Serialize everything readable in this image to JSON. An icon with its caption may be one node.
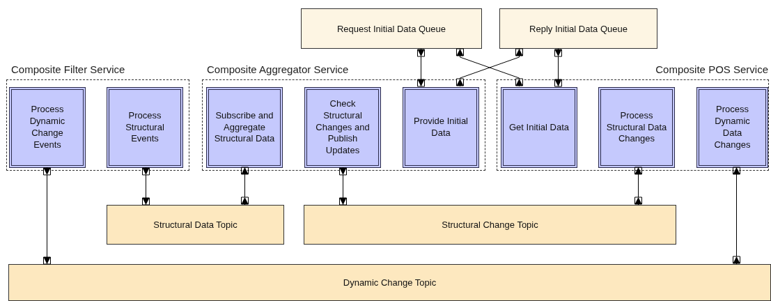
{
  "diagram": {
    "nodes": [
      {
        "text": [
          "Request Initial Data Queue"
        ]
      },
      {
        "text": [
          "Reply Initial Data Queue"
        ]
      },
      {
        "text": [
          "Composite Filter Service"
        ]
      },
      {
        "text": [
          "Process Dynamic Change Events"
        ],
        "in": 2
      },
      {
        "text": [
          "Process Structural Events"
        ],
        "in": 2
      },
      {
        "text": [
          "Composite Aggregator Service"
        ]
      },
      {
        "text": [
          "Subscribe and Aggregate Structural Data"
        ],
        "in": 5
      },
      {
        "text": [
          "Check Structural Changes and Publish Updates"
        ],
        "in": 5
      },
      {
        "text": [
          "Provide Initial Data"
        ],
        "in": 5
      },
      {
        "text": [
          "Composite POS Service"
        ]
      },
      {
        "text": [
          "Get Initial Data"
        ],
        "in": 9
      },
      {
        "text": [
          "Process Structural Data Changes"
        ],
        "in": 9
      },
      {
        "text": [
          "Process Dynamic Data Changes"
        ],
        "in": 9
      },
      {
        "text": [
          "Structural Data Topic"
        ]
      },
      {
        "text": [
          "Structural Change Topic"
        ]
      },
      {
        "text": [
          "Dynamic Change Topic"
        ]
      }
    ],
    "edges": [
      {
        "from": 3,
        "to": 15,
        "arrow": "to"
      },
      {
        "from": 4,
        "to": 13,
        "arrow": "to"
      },
      {
        "from": 13,
        "to": 6,
        "arrow": "to"
      },
      {
        "from": 7,
        "to": 14,
        "arrow": "to"
      },
      {
        "from": 14,
        "to": 11,
        "arrow": "to"
      },
      {
        "from": 15,
        "to": 12,
        "arrow": "to"
      },
      {
        "from": 0,
        "to": 8,
        "arrow": "to"
      },
      {
        "from": 8,
        "to": 1,
        "arrow": "to"
      },
      {
        "from": 10,
        "to": 0,
        "arrow": "to"
      },
      {
        "from": 1,
        "to": 10,
        "arrow": "to"
      }
    ]
  }
}
